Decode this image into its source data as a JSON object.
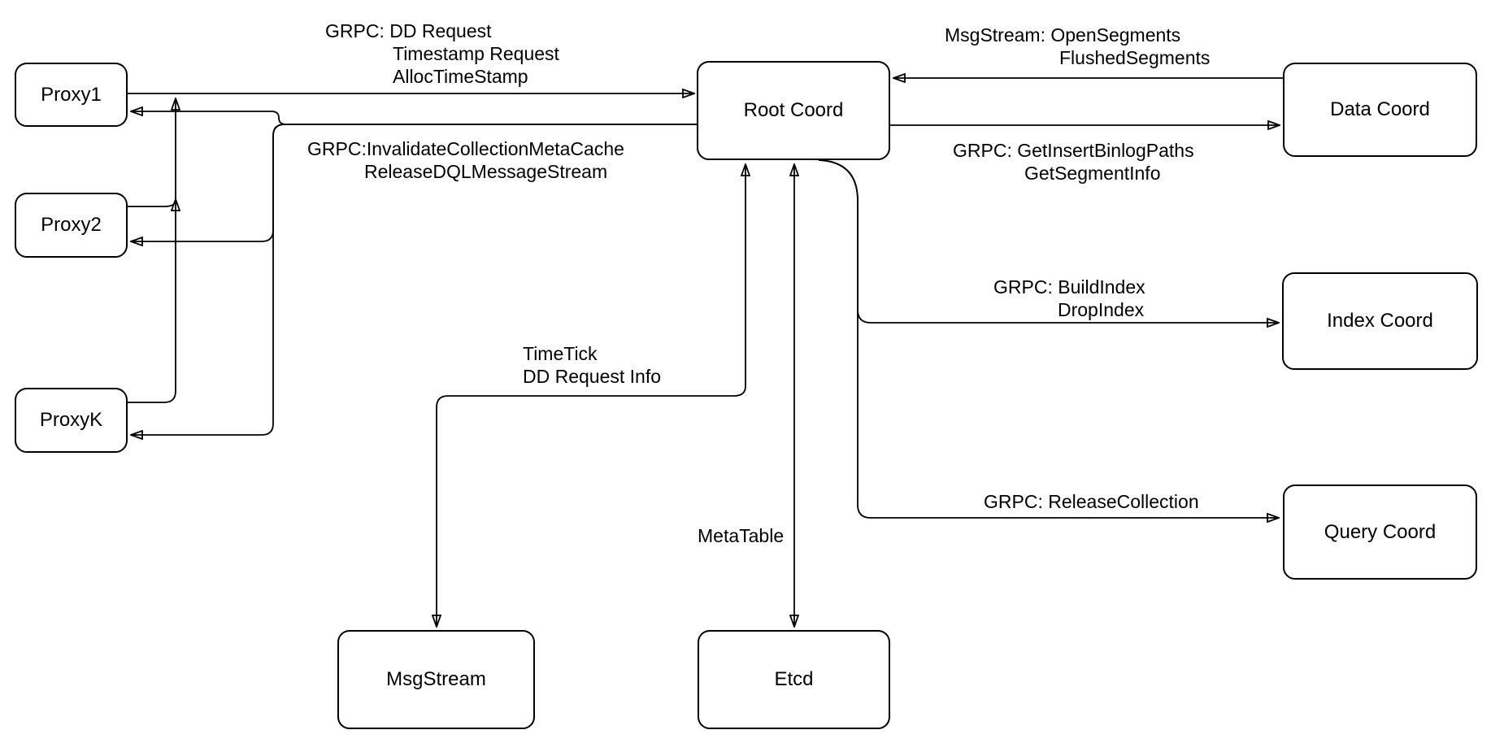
{
  "diagram": {
    "nodes": [
      {
        "id": "proxy1",
        "label": "Proxy1"
      },
      {
        "id": "proxy2",
        "label": "Proxy2"
      },
      {
        "id": "proxyk",
        "label": "ProxyK"
      },
      {
        "id": "rootcoord",
        "label": "Root Coord"
      },
      {
        "id": "datacoord",
        "label": "Data Coord"
      },
      {
        "id": "indexcoord",
        "label": "Index Coord"
      },
      {
        "id": "querycoord",
        "label": "Query Coord"
      },
      {
        "id": "msgstream",
        "label": "MsgStream"
      },
      {
        "id": "etcd",
        "label": "Etcd"
      }
    ],
    "edge_labels": [
      {
        "id": "proxies-to-rootcoord",
        "lines": [
          "GRPC: DD Request",
          "Timestamp Request",
          "AllocTimeStamp"
        ]
      },
      {
        "id": "rootcoord-to-proxies",
        "lines": [
          "GRPC:InvalidateCollectionMetaCache",
          "ReleaseDQLMessageStream"
        ]
      },
      {
        "id": "datacoord-to-rootcoord",
        "lines": [
          "MsgStream: OpenSegments",
          "FlushedSegments"
        ]
      },
      {
        "id": "rootcoord-to-datacoord",
        "lines": [
          "GRPC: GetInsertBinlogPaths",
          "GetSegmentInfo"
        ]
      },
      {
        "id": "rootcoord-to-indexcoord",
        "lines": [
          "GRPC: BuildIndex",
          "DropIndex"
        ]
      },
      {
        "id": "rootcoord-to-querycoord",
        "lines": [
          "GRPC: ReleaseCollection"
        ]
      },
      {
        "id": "rootcoord-msgstream",
        "lines": [
          "TimeTick",
          "DD Request Info"
        ]
      },
      {
        "id": "rootcoord-etcd",
        "lines": [
          "MetaTable"
        ]
      }
    ],
    "edges": [
      {
        "from": "Proxy1/Proxy2/ProxyK",
        "to": "Root Coord",
        "direction": "one-way",
        "label": "GRPC: DD Request / Timestamp Request / AllocTimeStamp"
      },
      {
        "from": "Root Coord",
        "to": "Proxy1/Proxy2/ProxyK",
        "direction": "one-way",
        "label": "GRPC:InvalidateCollectionMetaCache / ReleaseDQLMessageStream"
      },
      {
        "from": "Data Coord",
        "to": "Root Coord",
        "direction": "one-way",
        "label": "MsgStream: OpenSegments / FlushedSegments"
      },
      {
        "from": "Root Coord",
        "to": "Data Coord",
        "direction": "one-way",
        "label": "GRPC: GetInsertBinlogPaths / GetSegmentInfo"
      },
      {
        "from": "Root Coord",
        "to": "Index Coord",
        "direction": "one-way",
        "label": "GRPC: BuildIndex / DropIndex"
      },
      {
        "from": "Root Coord",
        "to": "Query Coord",
        "direction": "one-way",
        "label": "GRPC: ReleaseCollection"
      },
      {
        "from": "Root Coord",
        "to": "MsgStream",
        "direction": "two-way",
        "label": "TimeTick / DD Request Info"
      },
      {
        "from": "Root Coord",
        "to": "Etcd",
        "direction": "two-way",
        "label": "MetaTable"
      }
    ],
    "colors": {
      "stroke": "#000000",
      "fill": "#ffffff",
      "text": "#000000",
      "background": "#ffffff"
    }
  }
}
